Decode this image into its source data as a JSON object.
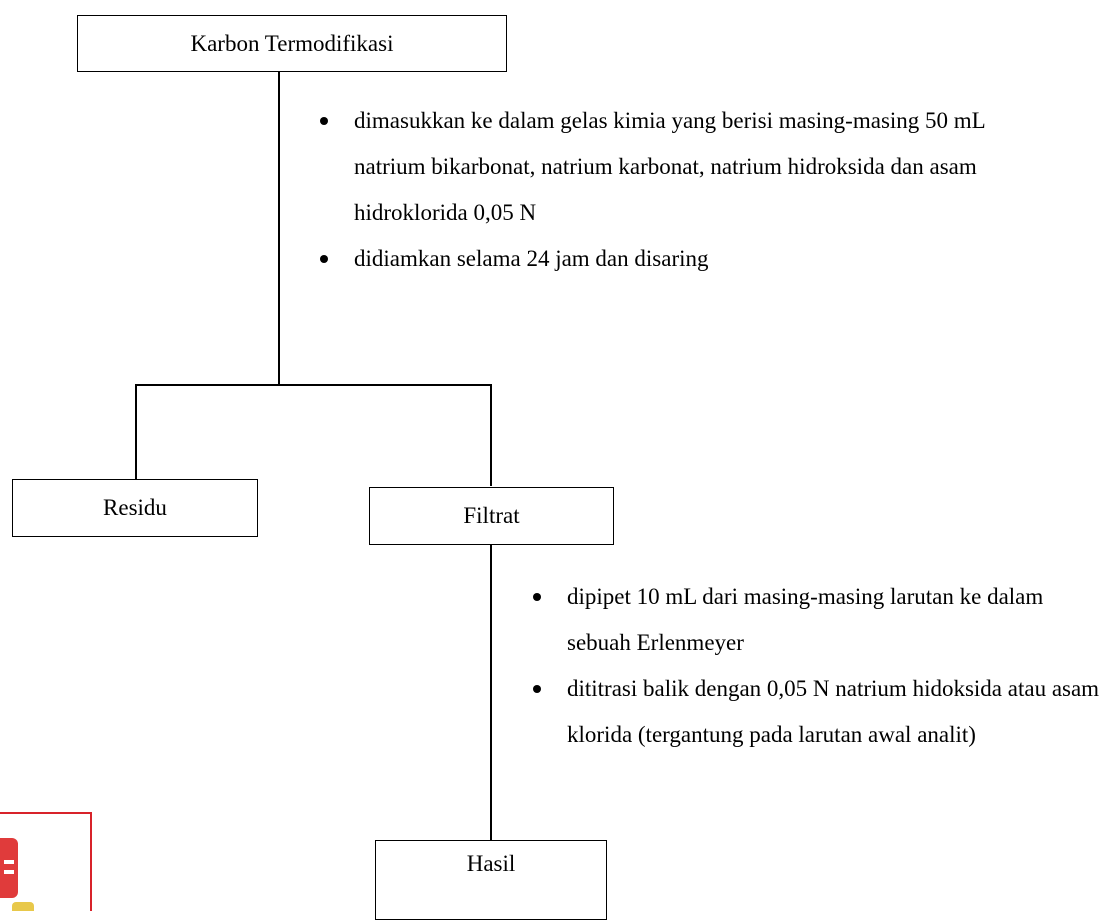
{
  "nodes": {
    "start": "Karbon Termodifikasi",
    "residue": "Residu",
    "filtrate": "Filtrat",
    "result": "Hasil"
  },
  "steps_1": [
    "dimasukkan ke dalam gelas kimia yang berisi masing-masing 50 mL natrium bikarbonat, natrium karbonat, natrium hidroksida dan asam hidroklorida 0,05 N",
    "didiamkan selama 24 jam dan disaring"
  ],
  "steps_2": [
    "dipipet 10 mL dari masing-masing larutan ke dalam sebuah Erlenmeyer",
    "dititrasi balik dengan 0,05 N natrium hidoksida atau asam klorida (tergantung pada larutan awal analit)"
  ],
  "fragment_icon": "app-icon-fragment"
}
